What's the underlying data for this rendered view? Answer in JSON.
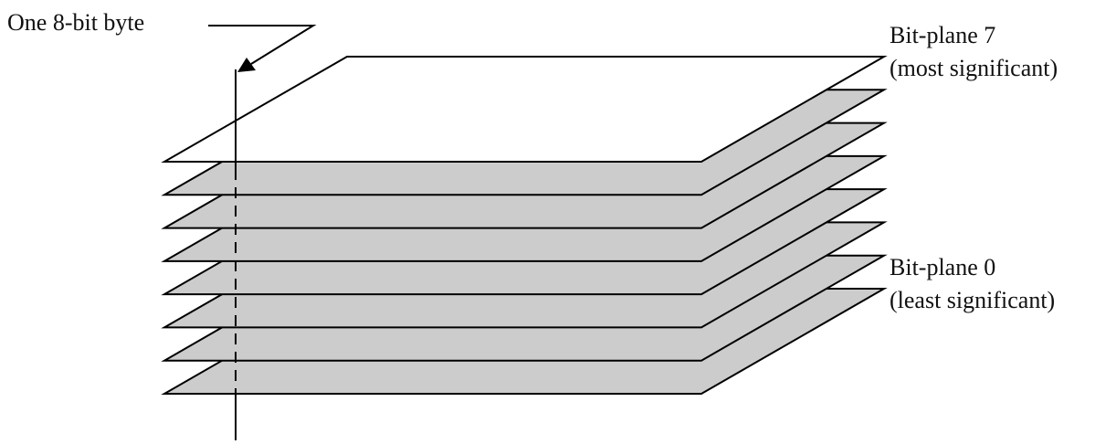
{
  "labels": {
    "byte": "One 8-bit byte",
    "top_plane_name": "Bit-plane 7",
    "top_plane_note": "(most significant)",
    "bottom_plane_name": "Bit-plane 0",
    "bottom_plane_note": "(least significant)"
  },
  "planes": {
    "count": 8,
    "top_fill": "#ffffff",
    "lower_fill": "#cccccc",
    "stroke": "#000000"
  }
}
